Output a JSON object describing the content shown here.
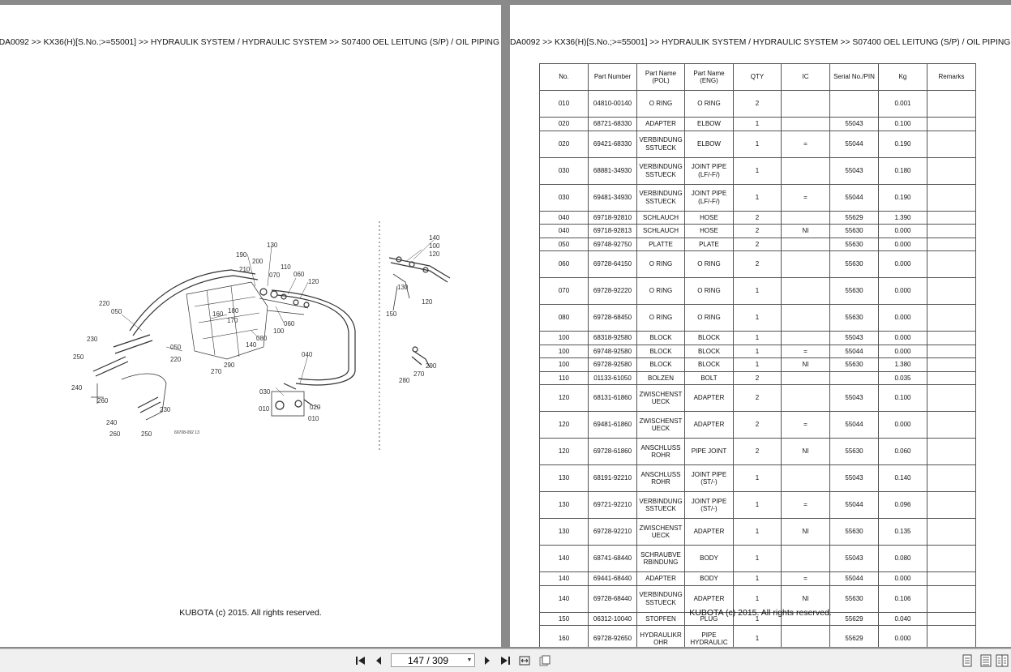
{
  "header_text": "DA0092 >> KX36(H)[S.No.;>=55001] >> HYDRAULIK SYSTEM / HYDRAULIC SYSTEM >> S07400   OEL LEITUNG (S/P) / OIL PIPING",
  "footer_text": "KUBOTA (c) 2015. All rights reserved.",
  "diagram": {
    "labels": [
      "130",
      "190",
      "200",
      "210",
      "070",
      "110",
      "060",
      "120",
      "140",
      "100",
      "120",
      "130",
      "150",
      "120",
      "220",
      "050",
      "160",
      "170",
      "180",
      "060",
      "230",
      "080",
      "140",
      "100",
      "050",
      "220",
      "250",
      "240",
      "260",
      "230",
      "290",
      "270",
      "040",
      "030",
      "010",
      "020",
      "010",
      "240",
      "260",
      "250",
      "69708-092 13",
      "270",
      "280",
      "290"
    ],
    "stroke": "#333333"
  },
  "table": {
    "columns": [
      "No.",
      "Part Number",
      "Part Name (POL)",
      "Part Name (ENG)",
      "QTY",
      "IC",
      "Serial No./PIN",
      "Kg",
      "Remarks"
    ],
    "rows": [
      [
        "010",
        "04810-00140",
        "O RING",
        "O RING",
        "2",
        "",
        "",
        "0.001",
        ""
      ],
      [
        "020",
        "68721-68330",
        "ADAPTER",
        "ELBOW",
        "1",
        "",
        "55043",
        "0.100",
        ""
      ],
      [
        "020",
        "69421-68330",
        "VERBINDUNG SSTUECK",
        "ELBOW",
        "1",
        "=",
        "55044",
        "0.190",
        ""
      ],
      [
        "030",
        "68881-34930",
        "VERBINDUNG SSTUECK",
        "JOINT PIPE (LF/-F/)",
        "1",
        "",
        "55043",
        "0.180",
        ""
      ],
      [
        "030",
        "69481-34930",
        "VERBINDUNG SSTUECK",
        "JOINT PIPE (LF/-F/)",
        "1",
        "=",
        "55044",
        "0.190",
        ""
      ],
      [
        "040",
        "69718-92810",
        "SCHLAUCH",
        "HOSE",
        "2",
        "",
        "55629",
        "1.390",
        ""
      ],
      [
        "040",
        "69718-92813",
        "SCHLAUCH",
        "HOSE",
        "2",
        "NI",
        "55630",
        "0.000",
        ""
      ],
      [
        "050",
        "69748-92750",
        "PLATTE",
        "PLATE",
        "2",
        "",
        "55630",
        "0.000",
        ""
      ],
      [
        "060",
        "69728-64150",
        "O RING",
        "O RING",
        "2",
        "",
        "55630",
        "0.000",
        ""
      ],
      [
        "070",
        "69728-92220",
        "O RING",
        "O RING",
        "1",
        "",
        "55630",
        "0.000",
        ""
      ],
      [
        "080",
        "69728-68450",
        "O RING",
        "O RING",
        "1",
        "",
        "55630",
        "0.000",
        ""
      ],
      [
        "100",
        "68318-92580",
        "BLOCK",
        "BLOCK",
        "1",
        "",
        "55043",
        "0.000",
        ""
      ],
      [
        "100",
        "69748-92580",
        "BLOCK",
        "BLOCK",
        "1",
        "=",
        "55044",
        "0.000",
        ""
      ],
      [
        "100",
        "69728-92580",
        "BLOCK",
        "BLOCK",
        "1",
        "NI",
        "55630",
        "1.380",
        ""
      ],
      [
        "110",
        "01133-61050",
        "BOLZEN",
        "BOLT",
        "2",
        "",
        "",
        "0.035",
        ""
      ],
      [
        "120",
        "68131-61860",
        "ZWISCHENST UECK",
        "ADAPTER",
        "2",
        "",
        "55043",
        "0.100",
        ""
      ],
      [
        "120",
        "69481-61860",
        "ZWISCHENST UECK",
        "ADAPTER",
        "2",
        "=",
        "55044",
        "0.000",
        ""
      ],
      [
        "120",
        "69728-61860",
        "ANSCHLUSS ROHR",
        "PIPE JOINT",
        "2",
        "NI",
        "55630",
        "0.060",
        ""
      ],
      [
        "130",
        "68191-92210",
        "ANSCHLUSS ROHR",
        "JOINT PIPE (ST/-)",
        "1",
        "",
        "55043",
        "0.140",
        ""
      ],
      [
        "130",
        "69721-92210",
        "VERBINDUNG SSTUECK",
        "JOINT PIPE (ST/-)",
        "1",
        "=",
        "55044",
        "0.096",
        ""
      ],
      [
        "130",
        "69728-92210",
        "ZWISCHENST UECK",
        "ADAPTER",
        "1",
        "NI",
        "55630",
        "0.135",
        ""
      ],
      [
        "140",
        "68741-68440",
        "SCHRAUBVE RBINDUNG",
        "BODY",
        "1",
        "",
        "55043",
        "0.080",
        ""
      ],
      [
        "140",
        "69441-68440",
        "ADAPTER",
        "BODY",
        "1",
        "=",
        "55044",
        "0.000",
        ""
      ],
      [
        "140",
        "69728-68440",
        "VERBINDUNG SSTUECK",
        "ADAPTER",
        "1",
        "NI",
        "55630",
        "0.106",
        ""
      ],
      [
        "150",
        "06312-10040",
        "STOPFEN",
        "PLUG",
        "1",
        "",
        "55629",
        "0.040",
        ""
      ],
      [
        "160",
        "69728-92650",
        "HYDRAULIKR OHR",
        "PIPE HYDRAULIC",
        "1",
        "",
        "55629",
        "0.000",
        ""
      ]
    ]
  },
  "toolbar": {
    "page_indicator": "147 / 309",
    "icons": [
      "first-page-icon",
      "prev-page-icon",
      "next-page-icon",
      "last-page-icon",
      "fit-width-icon",
      "rotate-icon",
      "single-page-icon",
      "two-page-icon",
      "grid-view-icon"
    ]
  }
}
